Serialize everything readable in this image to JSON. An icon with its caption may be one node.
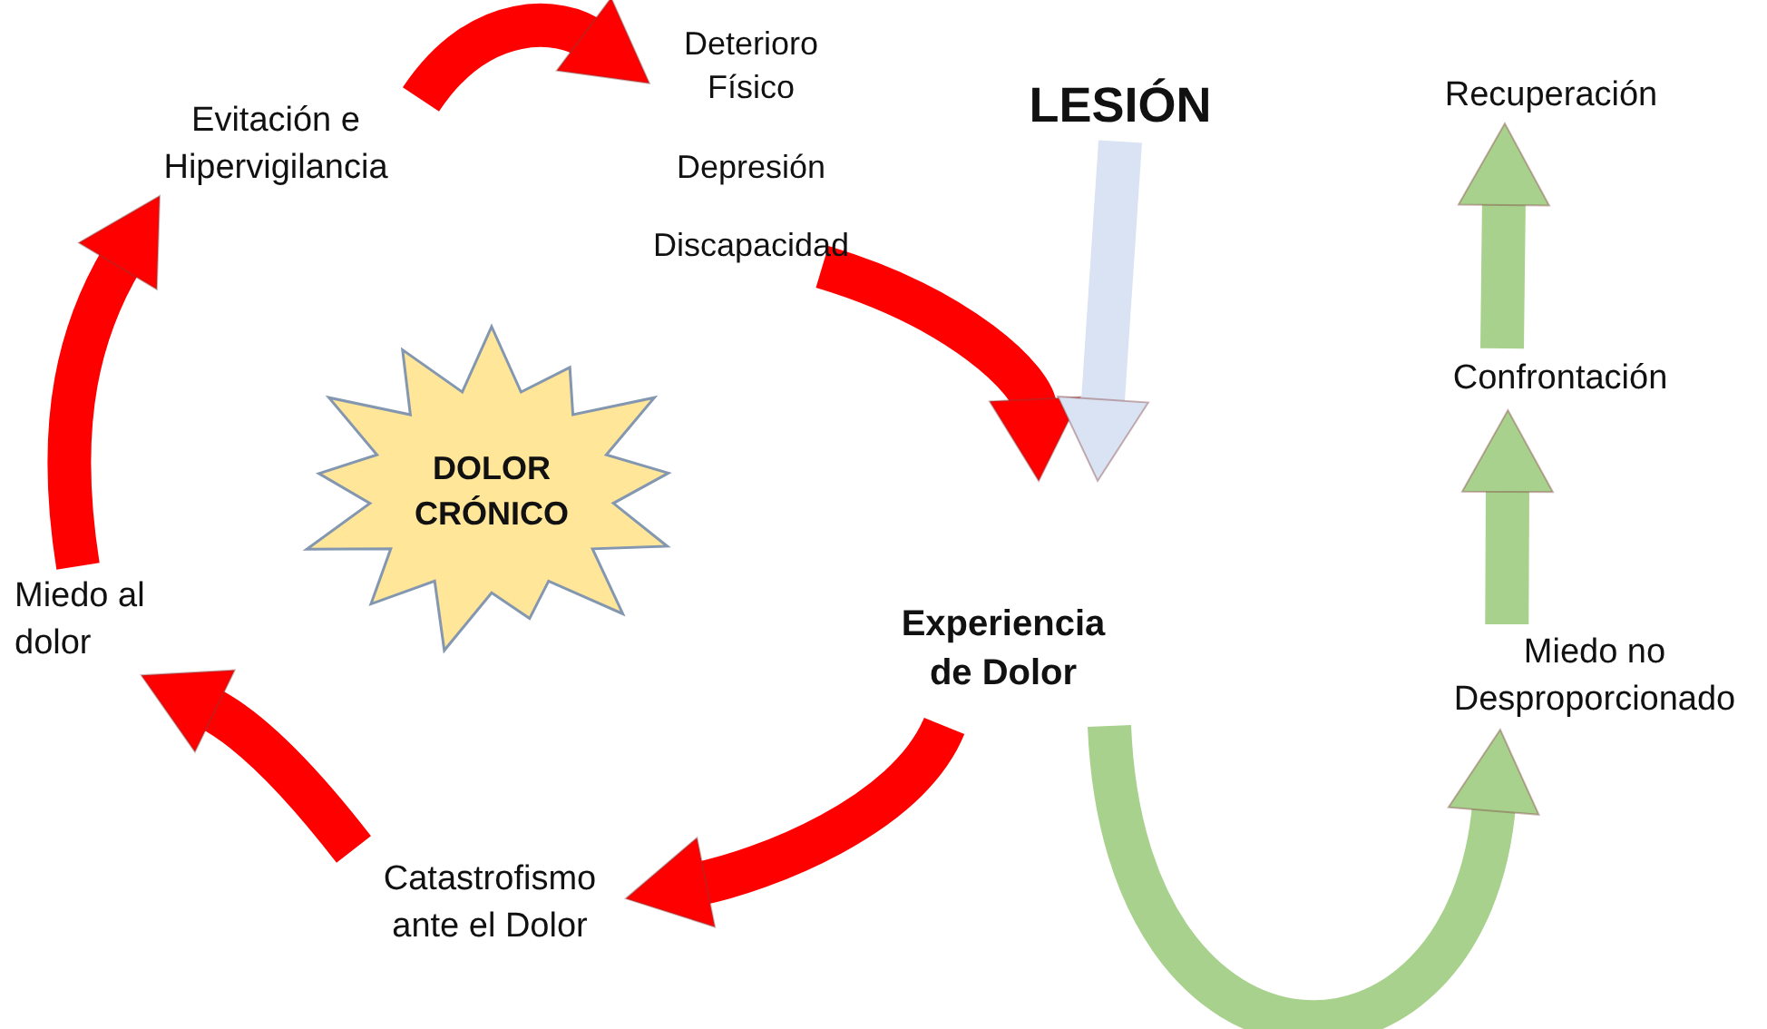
{
  "diagram": {
    "nodes": [
      {
        "text": [
          "Deterioro Físico",
          "Depresión",
          "Discapacidad"
        ]
      },
      {
        "text": [
          "LESIÓN"
        ]
      },
      {
        "text": [
          "Experiencia de Dolor"
        ]
      },
      {
        "text": [
          "Catastrofismo ante el Dolor"
        ]
      },
      {
        "text": [
          "Miedo al dolor"
        ]
      },
      {
        "text": [
          "Evitación e Hipervigilancia"
        ]
      },
      {
        "text": [
          "DOLOR CRÓNICO"
        ]
      },
      {
        "text": [
          "Recuperación"
        ]
      },
      {
        "text": [
          "Confrontación"
        ]
      },
      {
        "text": [
          "Miedo no Desproporcionado"
        ]
      }
    ],
    "edges": [
      {
        "from": 5,
        "to": 0,
        "arrow": "to"
      },
      {
        "from": 0,
        "to": 2,
        "arrow": "to"
      },
      {
        "from": 2,
        "to": 3,
        "arrow": "to"
      },
      {
        "from": 3,
        "to": 4,
        "arrow": "to"
      },
      {
        "from": 4,
        "to": 5,
        "arrow": "to"
      },
      {
        "from": 1,
        "to": 2,
        "arrow": "to",
        "color": "#dae3f3"
      },
      {
        "from": 2,
        "to": 9,
        "arrow": "to",
        "color": "#a9d18e"
      },
      {
        "from": 9,
        "to": 8,
        "arrow": "to",
        "color": "#a9d18e"
      },
      {
        "from": 8,
        "to": 7,
        "arrow": "to",
        "color": "#a9d18e"
      }
    ]
  }
}
